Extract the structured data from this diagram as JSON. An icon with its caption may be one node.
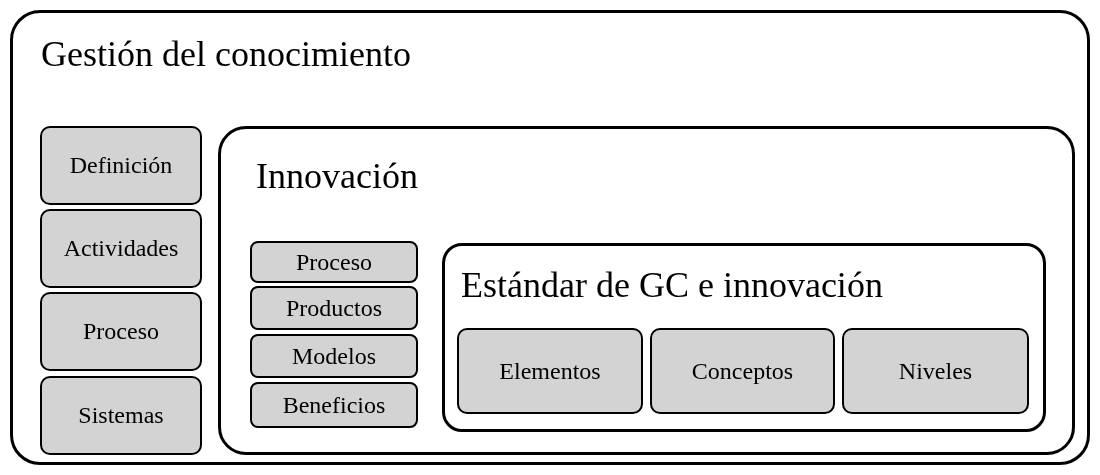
{
  "diagram": {
    "nodes": [
      {
        "text": [
          "Gestión del conocimiento"
        ]
      },
      {
        "text": [
          "Definición"
        ],
        "in": 0
      },
      {
        "text": [
          "Actividades"
        ],
        "in": 0
      },
      {
        "text": [
          "Proceso"
        ],
        "in": 0
      },
      {
        "text": [
          "Sistemas"
        ],
        "in": 0
      },
      {
        "text": [
          "Innovación"
        ],
        "in": 0
      },
      {
        "text": [
          "Proceso"
        ],
        "in": 5
      },
      {
        "text": [
          "Productos"
        ],
        "in": 5
      },
      {
        "text": [
          "Modelos"
        ],
        "in": 5
      },
      {
        "text": [
          "Beneficios"
        ],
        "in": 5
      },
      {
        "text": [
          "Estándar de GC e innovación"
        ],
        "in": 5
      },
      {
        "text": [
          "Elementos"
        ],
        "in": 10
      },
      {
        "text": [
          "Conceptos"
        ],
        "in": 10
      },
      {
        "text": [
          "Niveles"
        ],
        "in": 10
      }
    ],
    "edges": []
  }
}
